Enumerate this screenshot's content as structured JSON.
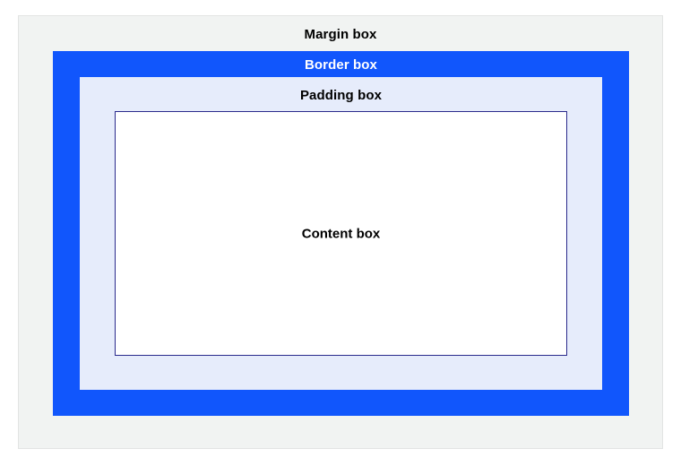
{
  "diagram": {
    "type": "css-box-model",
    "boxes": {
      "margin": {
        "label": "Margin box",
        "background_color": "#F1F3F2",
        "border_color": "#E2E4E3",
        "text_color": "#000000"
      },
      "border": {
        "label": "Border box",
        "background_color": "#1156FC",
        "text_color": "#FFFFFF"
      },
      "padding": {
        "label": "Padding box",
        "background_color": "#E6ECFB",
        "text_color": "#000000"
      },
      "content": {
        "label": "Content box",
        "background_color": "#FFFFFF",
        "border_color": "#2A2A8C",
        "text_color": "#000000"
      }
    }
  }
}
